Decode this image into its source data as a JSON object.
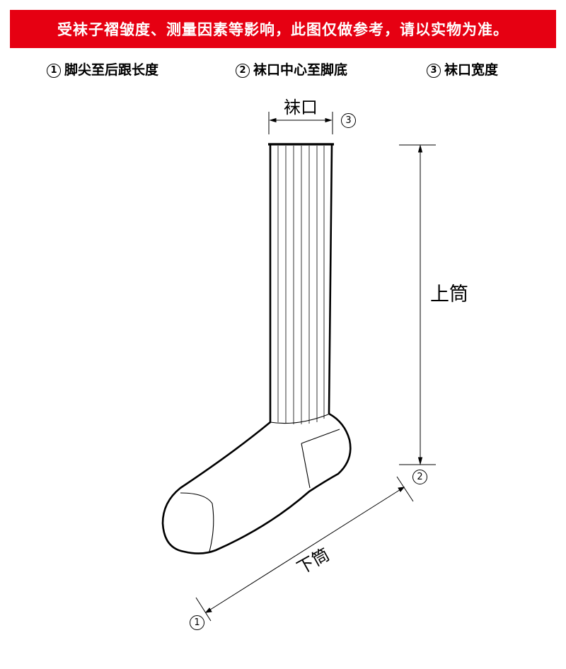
{
  "banner": {
    "text": "受袜子褶皱度、测量因素等影响，此图仅做参考，请以实物为准。",
    "color": "#e60012"
  },
  "legend": [
    {
      "num": "1",
      "text": "脚尖至后跟长度"
    },
    {
      "num": "2",
      "text": "袜口中心至脚底"
    },
    {
      "num": "3",
      "text": "袜口宽度"
    }
  ],
  "diagram": {
    "top_label": "袜口",
    "upper_label": "上筒",
    "lower_label": "下筒",
    "markers": [
      "3",
      "2",
      "1"
    ]
  }
}
